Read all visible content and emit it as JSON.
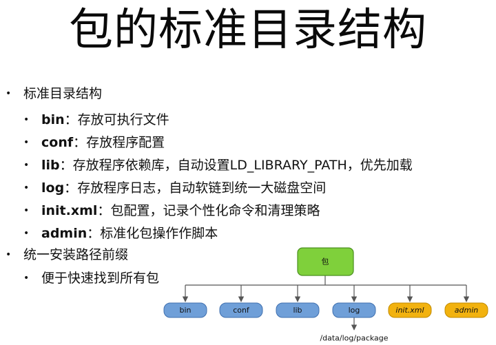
{
  "title": "包的标准目录结构",
  "bullets": [
    {
      "text": "标准目录结构",
      "children": [
        {
          "keyword": "bin",
          "sep": "：",
          "desc": "存放可执行文件"
        },
        {
          "keyword": "conf",
          "sep": "：",
          "desc": "存放程序配置"
        },
        {
          "keyword": "lib",
          "sep": "：",
          "desc": "存放程序依赖库，自动设置LD_LIBRARY_PATH，优先加载"
        },
        {
          "keyword": "log",
          "sep": "：",
          "desc": "存放程序日志，自动软链到统一大磁盘空间"
        },
        {
          "keyword": "init.xml",
          "sep": "：",
          "desc": "包配置，记录个性化命令和清理策略"
        },
        {
          "keyword": "admin",
          "sep": "：",
          "desc": "标准化包操作作脚本"
        }
      ]
    },
    {
      "text": "统一安装路径前缀",
      "children": [
        {
          "keyword": "",
          "sep": "",
          "desc": "便于快速找到所有包"
        }
      ]
    }
  ],
  "bullet_symbol": "•",
  "diagram": {
    "root": "包",
    "children": [
      "bin",
      "conf",
      "lib",
      "log",
      "init.xml",
      "admin"
    ],
    "log_target": "/data/log/package"
  },
  "colors": {
    "root_fill": "#7fd03b",
    "root_stroke": "#4a8f1f",
    "blue_fill": "#6f9fd8",
    "blue_stroke": "#3f6fae",
    "orange_fill": "#f2b20f",
    "orange_stroke": "#c08a00",
    "line": "#555555"
  }
}
